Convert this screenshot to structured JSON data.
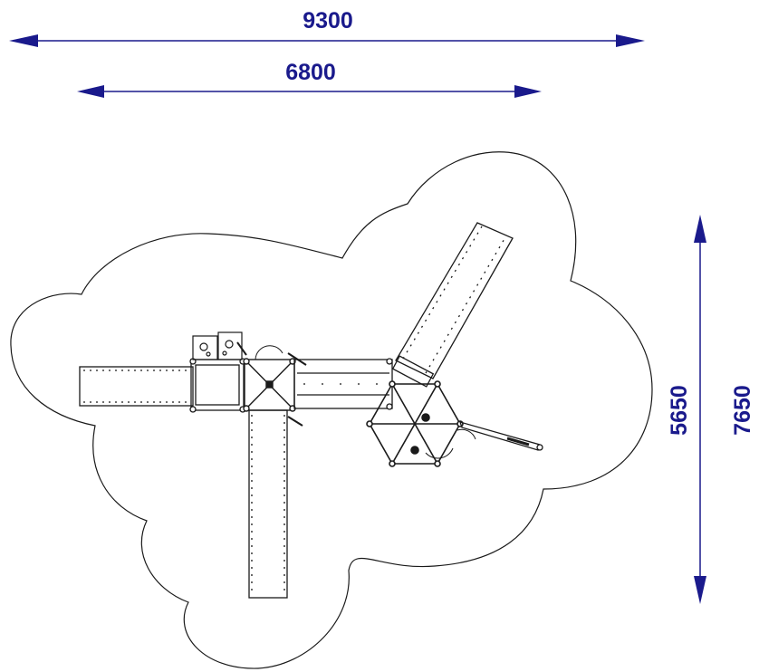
{
  "dimensions": {
    "overall_width": "9300",
    "structure_width": "6800",
    "structure_depth": "5650",
    "overall_depth": "7650"
  },
  "colors": {
    "dimension": "#1a1a8c",
    "outline": "#1a1a1a",
    "background": "#ffffff"
  }
}
